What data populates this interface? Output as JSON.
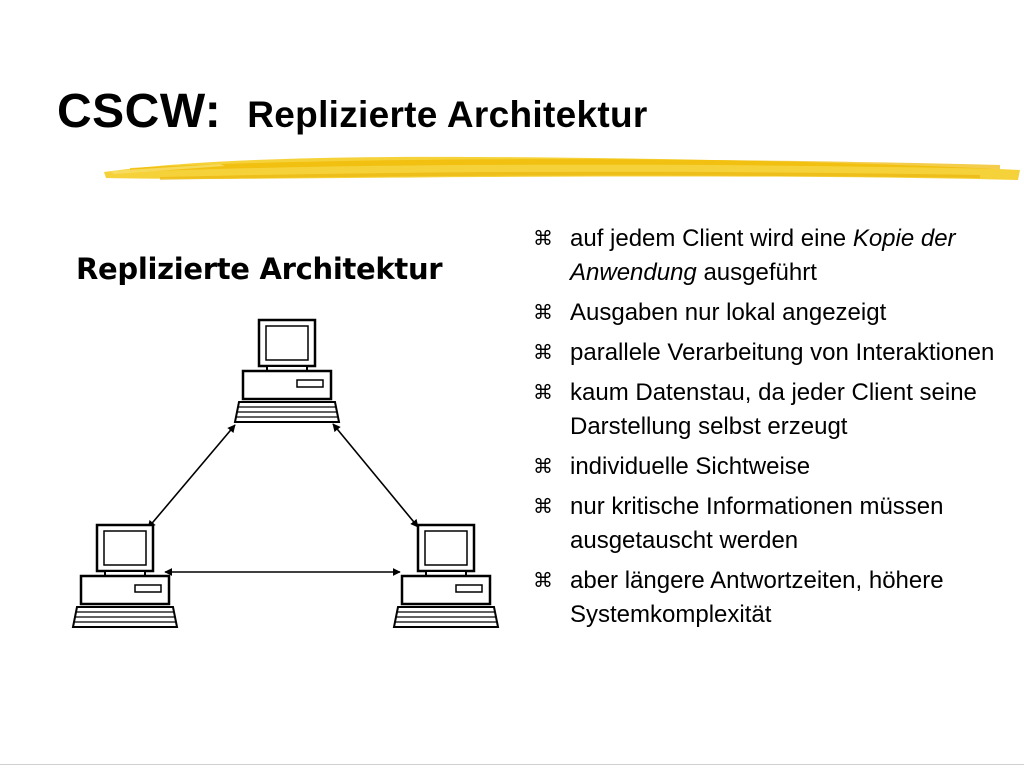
{
  "slide": {
    "title_main": "CSCW:",
    "title_sub": "Replizierte Architektur",
    "accent_color": "#F2C200"
  },
  "diagram": {
    "title": "Replizierte Architektur",
    "nodes": [
      {
        "name": "client-top",
        "icon": "desktop-computer-icon"
      },
      {
        "name": "client-left",
        "icon": "desktop-computer-icon"
      },
      {
        "name": "client-right",
        "icon": "desktop-computer-icon"
      }
    ],
    "links": [
      "top-left",
      "top-right",
      "left-right"
    ]
  },
  "bullet_icon": "⌘",
  "bullets": [
    {
      "text": "auf jedem Client wird eine ",
      "em": "Kopie der Anwendung",
      "tail": " ausgeführt"
    },
    {
      "text": "Ausgaben nur lokal angezeigt"
    },
    {
      "text": "parallele Verarbeitung von Interaktionen"
    },
    {
      "text": "kaum Datenstau, da jeder Client seine Darstellung selbst erzeugt"
    },
    {
      "text": "individuelle Sichtweise"
    },
    {
      "text": "nur kritische Informationen müssen ausgetauscht werden"
    },
    {
      "text": "aber längere Antwortzeiten, höhere Systemkomplexität"
    }
  ]
}
